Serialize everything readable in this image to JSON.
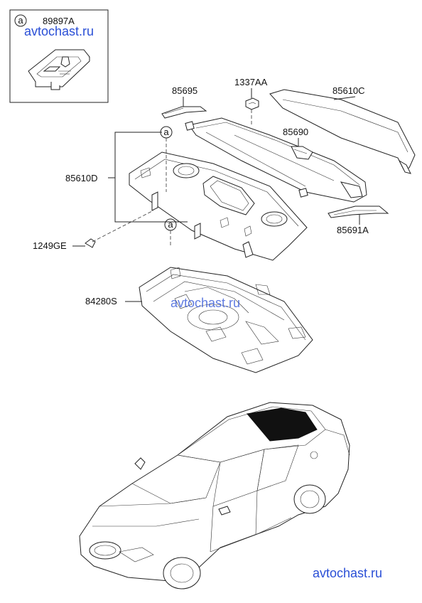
{
  "inset": {
    "marker": "a",
    "part_number": "89897A"
  },
  "labels": {
    "p85695": "85695",
    "p1337AA": "1337AA",
    "p85610C": "85610C",
    "p85690": "85690",
    "p85610D": "85610D",
    "p85691A": "85691A",
    "p1249GE": "1249GE",
    "p84280S": "84280S",
    "marker_a": "a"
  },
  "watermarks": {
    "top": "avtochast.ru",
    "middle": "avtochast.ru",
    "bottom": "avtochast.ru"
  },
  "colors": {
    "watermark": "#2a4fd6",
    "line": "#222222"
  }
}
